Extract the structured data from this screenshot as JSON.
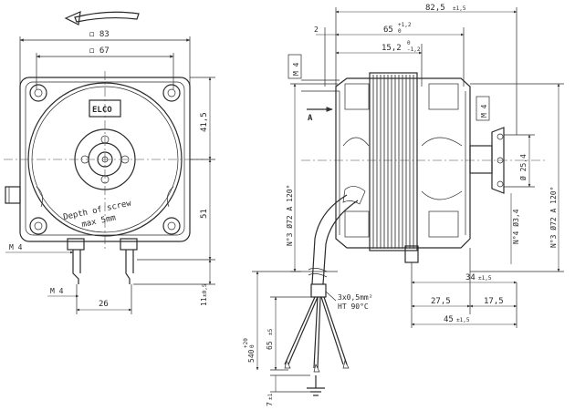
{
  "front_view": {
    "brand": "ELCO",
    "label_line1": "Depth of screw",
    "label_line2": "max 5mm",
    "dim_width_outer": "◻ 83",
    "dim_width_inner": "◻ 67",
    "dim_upper_height": "41,5",
    "dim_lower_height": "51",
    "dim_m4_side": "M 4",
    "dim_m4_bottom": "M 4",
    "dim_26": "26",
    "dim_11": "11",
    "dim_11_tol": "±0,5"
  },
  "side_view": {
    "dim_overall": "82,5",
    "dim_overall_tol": "±1,5",
    "dim_2": "2",
    "dim_65": "65",
    "dim_65_tol_top": "+1,2",
    "dim_65_tol_bottom": "0",
    "dim_15": "15,2",
    "dim_15_tol_top": "0",
    "dim_15_tol_bottom": "-1,2",
    "dim_m4_left": "M 4",
    "dim_m4_right": "M 4",
    "arrow_label": "A",
    "dim_left_vertical": "N°3 Ø72 A 120°",
    "dim_right_vertical": "N°3 Ø72 A 120°",
    "dim_hub_dia": "Ø 25,4",
    "dim_holes": "N°4 Ø3,4",
    "dim_34": "34",
    "dim_34_tol": "±1,5",
    "dim_27": "27,5",
    "dim_17": "17,5",
    "dim_45": "45",
    "dim_45_tol": "±1,5",
    "cable_spec_1": "3x0,5mm²",
    "cable_spec_2": "HT 90°C",
    "dim_65_lead": "65",
    "dim_65_lead_tol": "±5",
    "dim_540": "540",
    "dim_540_tol_top": "+20",
    "dim_540_tol_bottom": "0",
    "dim_7": "7",
    "dim_7_tol": "±1"
  }
}
